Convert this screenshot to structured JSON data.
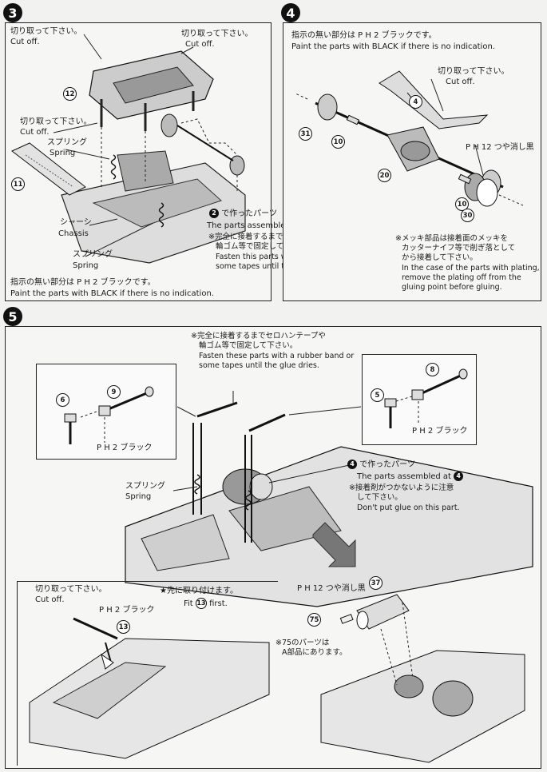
{
  "step3": {
    "number": "3",
    "cutoff_left_jp": "切り取って下さい。",
    "cutoff_left_en": "Cut off.",
    "cutoff_right_jp": "切り取って下さい。",
    "cutoff_right_en": "Cut off.",
    "cutoff_mid_jp": "切り取って下さい。",
    "cutoff_mid_en": "Cut off.",
    "spring_jp": "スプリング",
    "spring_en": "Spring",
    "chassis_jp": "シャーシ",
    "chassis_en": "Chassis",
    "spring2_jp": "スプリング",
    "spring2_en": "Spring",
    "assembled_jp": "で作ったパーツ",
    "assembled_en": "The parts assembled at",
    "assembled_ref": "2",
    "fasten_jp1": "※完全に接着するまでセロハンテープや",
    "fasten_jp2": "輪ゴム等で固定して下さい。",
    "fasten_en1": "Fasten this parts with a rubber band or",
    "fasten_en2": "some tapes until the glue dries.",
    "paint_jp": "指示の無い部分は P H 2 ブラックです。",
    "paint_en": "Paint the parts with BLACK  if there is no indication.",
    "parts": [
      "12",
      "11"
    ]
  },
  "step4": {
    "number": "4",
    "paint_jp": "指示の無い部分は P H 2 ブラックです。",
    "paint_en": "Paint the parts with BLACK  if there is no indication.",
    "cutoff_jp": "切り取って下さい。",
    "cutoff_en": "Cut off.",
    "matt_black": "P H 12 つや消し黒",
    "plating_jp1": "※メッキ部品は接着面のメッキを",
    "plating_jp2": "カッターナイフ等で削ぎ落として",
    "plating_jp3": "から接着して下さい。",
    "plating_en1": "In the case of the parts with plating,",
    "plating_en2": "remove the plating off from the",
    "plating_en3": "gluing point before gluing.",
    "parts": [
      "4",
      "31",
      "10",
      "20",
      "10",
      "30"
    ]
  },
  "step5": {
    "number": "5",
    "fasten_jp1": "※完全に接着するまでセロハンテープや",
    "fasten_jp2": "輪ゴム等で固定して下さい。",
    "fasten_en1": "Fasten these parts with a rubber band or",
    "fasten_en2": "some tapes until the glue dries.",
    "black_left": "P H 2 ブラック",
    "black_right": "P H 2 ブラック",
    "assembled_jp": "で作ったパーツ",
    "assembled_en": "The parts assembled at",
    "assembled_ref": "4",
    "noglue_jp1": "※接着剤がつかないように注意",
    "noglue_jp2": "して下さい。",
    "noglue_en": "Don't put glue on this part.",
    "spring_jp": "スプリング",
    "spring_en": "Spring",
    "cutoff_jp": "切り取って下さい。",
    "cutoff_en": "Cut off.",
    "black_bottom": "P H 2 ブラック",
    "fit_first_jp": "★先に取り付けます。",
    "fit_first_en": "Fit",
    "fit_first_ref": "13",
    "fit_first_tail": "first.",
    "matt_black": "P H 12 つや消し黒",
    "a_parts_jp1": "※75のパーツは",
    "a_parts_jp2": "A部品にあります。",
    "parts_left_inset": [
      "6",
      "9"
    ],
    "parts_right_inset": [
      "8",
      "5"
    ],
    "parts_bottom": [
      "13",
      "37",
      "75"
    ]
  }
}
